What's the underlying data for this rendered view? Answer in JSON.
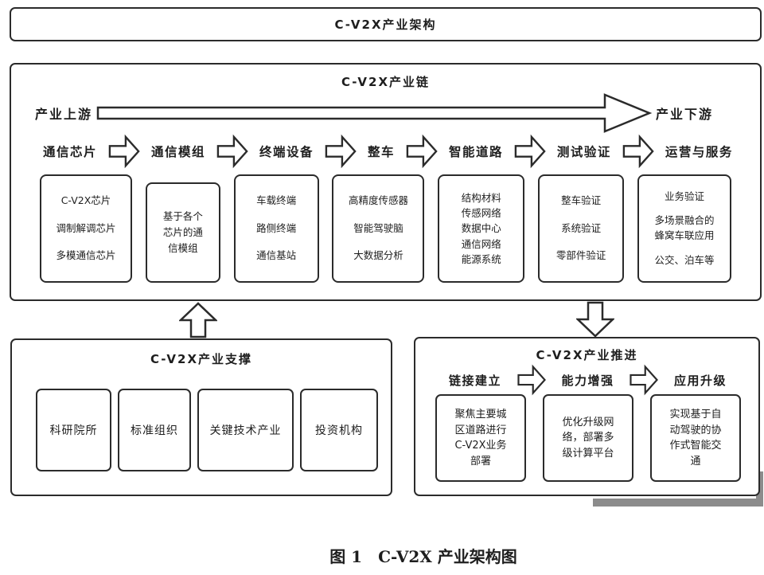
{
  "figure": {
    "top_title": "C-V2X产业架构",
    "caption": "图 1　C-V2X 产业架构图"
  },
  "chain": {
    "title": "C-V2X产业链",
    "upstream": "产业上游",
    "downstream": "产业下游",
    "columns": [
      {
        "label": "通信芯片",
        "items": [
          "C-V2X芯片",
          "调制解调芯片",
          "多模通信芯片"
        ]
      },
      {
        "label": "通信模组",
        "items": [
          "基于各个芯片的通信模组"
        ]
      },
      {
        "label": "终端设备",
        "items": [
          "车载终端",
          "路侧终端",
          "通信基站"
        ]
      },
      {
        "label": "整车",
        "items": [
          "高精度传感器",
          "智能驾驶脑",
          "大数据分析"
        ]
      },
      {
        "label": "智能道路",
        "items": [
          "结构材料",
          "传感网络",
          "数据中心",
          "通信网络",
          "能源系统"
        ]
      },
      {
        "label": "测试验证",
        "items": [
          "整车验证",
          "系统验证",
          "零部件验证"
        ]
      },
      {
        "label": "运营与服务",
        "items": [
          "业务验证",
          "多场景融合的蜂窝车联应用",
          "公交、泊车等"
        ]
      }
    ]
  },
  "support": {
    "title": "C-V2X产业支撑",
    "items": [
      "科研院所",
      "标准组织",
      "关键技术产业",
      "投资机构"
    ]
  },
  "promotion": {
    "title": "C-V2X产业推进",
    "stages": [
      {
        "label": "链接建立",
        "desc": "聚焦主要城区道路进行C-V2X业务部署"
      },
      {
        "label": "能力增强",
        "desc": "优化升级网络，部署多级计算平台"
      },
      {
        "label": "应用升级",
        "desc": "实现基于自动驾驶的协作式智能交通"
      }
    ]
  },
  "colors": {
    "line": "#2b2b2b",
    "text": "#1e1e1e",
    "shadow": "#8c8c8c",
    "background": "#ffffff"
  }
}
